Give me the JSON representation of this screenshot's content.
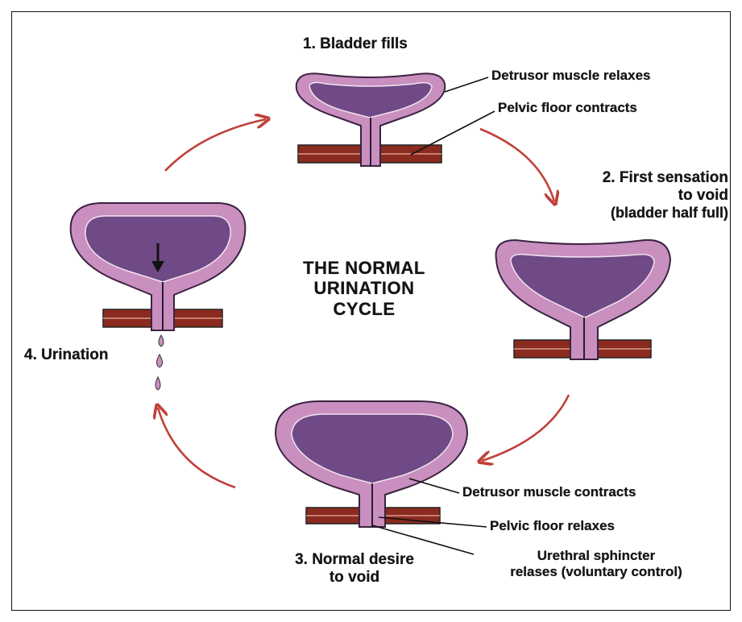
{
  "diagram": {
    "title_lines": [
      "THE NORMAL",
      "URINATION",
      "CYCLE"
    ],
    "steps": {
      "s1": {
        "label": "1. Bladder fills"
      },
      "s2": {
        "label_lines": [
          "2. First sensation",
          "to void",
          "(bladder half full)"
        ]
      },
      "s3": {
        "label_lines": [
          "3. Normal desire",
          "to void"
        ]
      },
      "s4": {
        "label": "4. Urination"
      }
    },
    "callouts": {
      "detrusor_relaxes": "Detrusor muscle relaxes",
      "pelvic_contracts": "Pelvic floor contracts",
      "detrusor_contracts": "Detrusor muscle contracts",
      "pelvic_relaxes": "Pelvic floor relaxes",
      "sphincter_lines": [
        "Urethral sphincter",
        "relases (voluntary control)"
      ]
    },
    "colors": {
      "bladder_wall": "#c98fbf",
      "bladder_fill": "#6f4a86",
      "muscle_band": "#8b2a1e",
      "arrow": "#c0413a"
    }
  }
}
